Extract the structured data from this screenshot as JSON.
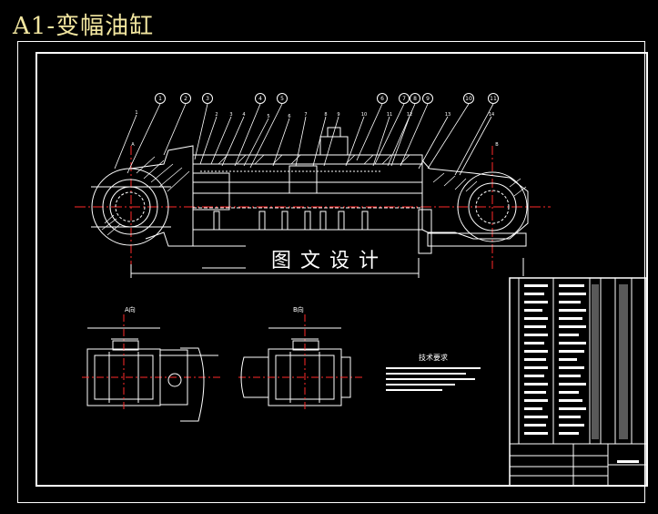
{
  "title": "A1-变幅油缸",
  "watermark": "图文设计",
  "views": {
    "a_label": "A向",
    "b_label": "B向"
  },
  "section_marks": {
    "a": "A",
    "b": "B"
  },
  "tech_requirements": {
    "title": "技术要求"
  },
  "balloons": [
    "1",
    "2",
    "3",
    "4",
    "5",
    "6",
    "7",
    "8",
    "9",
    "10",
    "11"
  ],
  "leader_numbers": [
    "1",
    "2",
    "3",
    "4",
    "5",
    "6",
    "7",
    "8",
    "9",
    "10",
    "11",
    "12",
    "13",
    "14"
  ],
  "colors": {
    "lines": "#ffffff",
    "centerline": "#ff2a2a",
    "title": "#f2e6a0",
    "frame": "#ffffff"
  }
}
